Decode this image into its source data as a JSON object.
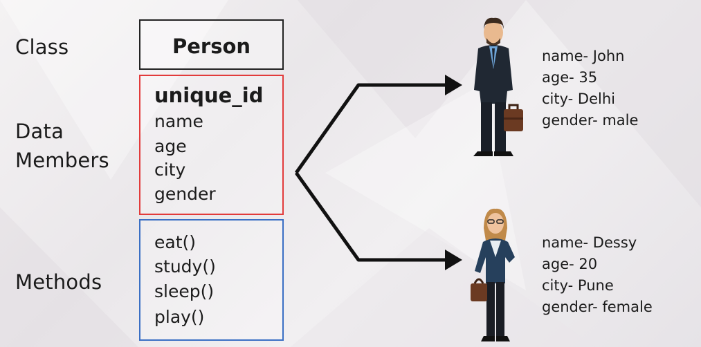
{
  "labels": {
    "class": "Class",
    "data_members_line1": "Data",
    "data_members_line2": "Members",
    "methods": "Methods"
  },
  "class_box": {
    "name": "Person"
  },
  "data_members": [
    "unique_id",
    "name",
    "age",
    "city",
    "gender"
  ],
  "methods": [
    "eat()",
    "study()",
    "sleep()",
    "play()"
  ],
  "objects": [
    {
      "figure": "man-with-briefcase",
      "attributes": [
        "name- John",
        "age- 35",
        "city- Delhi",
        "gender- male"
      ]
    },
    {
      "figure": "woman-with-bag",
      "attributes": [
        "name- Dessy",
        "age- 20",
        "city- Pune",
        "gender- female"
      ]
    }
  ],
  "colors": {
    "members_border": "#e23b3b",
    "methods_border": "#3a6fc4",
    "class_border": "#222222",
    "arrow": "#111111"
  }
}
